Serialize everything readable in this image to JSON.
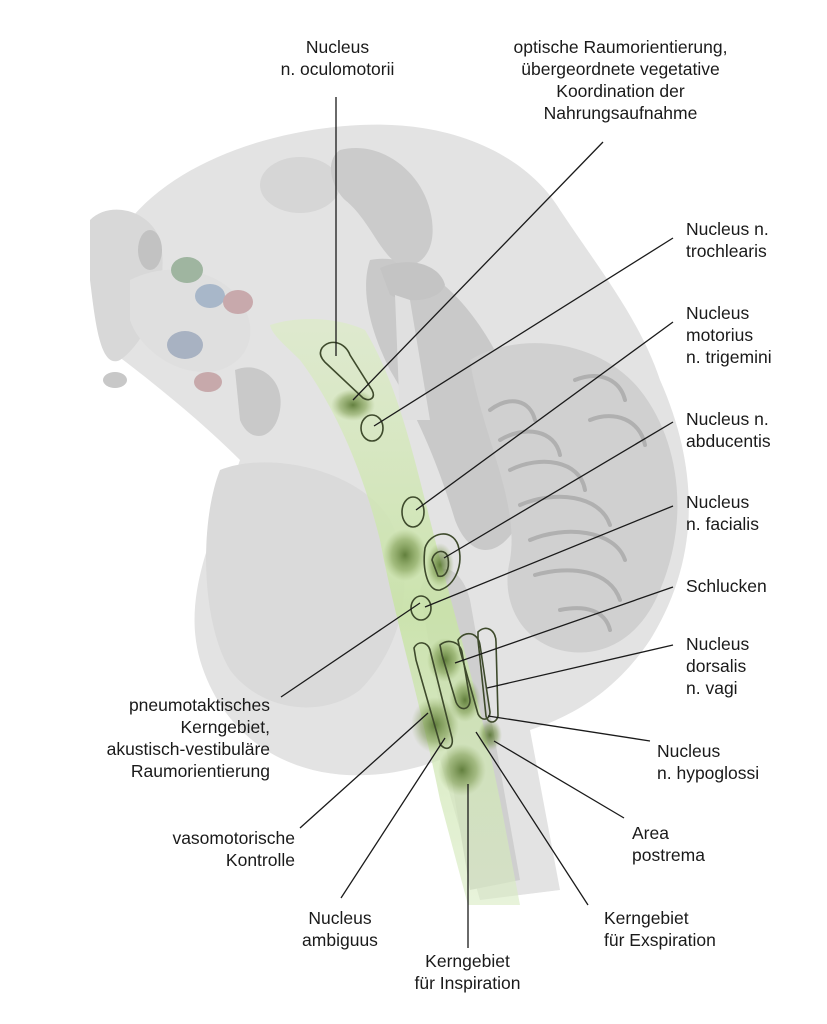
{
  "labels": {
    "oculomotorius": [
      "Nucleus",
      "n. oculomotorii"
    ],
    "optisch": [
      "optische Raumorientierung,",
      "übergeordnete vegetative",
      "Koordination der",
      "Nahrungsaufnahme"
    ],
    "trochlearis": [
      "Nucleus n.",
      "trochlearis"
    ],
    "trigeminus": [
      "Nucleus",
      "motorius",
      "n. trigemini"
    ],
    "abducens": [
      "Nucleus n.",
      "abducentis"
    ],
    "facialis": [
      "Nucleus",
      "n. facialis"
    ],
    "schlucken": [
      "Schlucken"
    ],
    "vagus": [
      "Nucleus",
      "dorsalis",
      "n. vagi"
    ],
    "hypoglossus": [
      "Nucleus",
      "n. hypoglossi"
    ],
    "postrema": [
      "Area",
      "postrema"
    ],
    "exspiration": [
      "Kerngebiet",
      "für Exspiration"
    ],
    "inspiration": [
      "Kerngebiet",
      "für Inspiration"
    ],
    "ambiguus": [
      "Nucleus",
      "ambiguus"
    ],
    "vasomotorisch": [
      "vasomotorische",
      "Kontrolle"
    ],
    "pneumotaktisch": [
      "pneumotaktisches",
      "Kerngebiet,",
      "akustisch-vestibuläre",
      "Raumorientierung"
    ]
  },
  "colors": {
    "brainstem_highlight": "#cfe6b0",
    "nucleus_dots": "#5c7a32",
    "tissue_gray": "#d4d4d4",
    "leader_line": "#1a1a1a"
  }
}
